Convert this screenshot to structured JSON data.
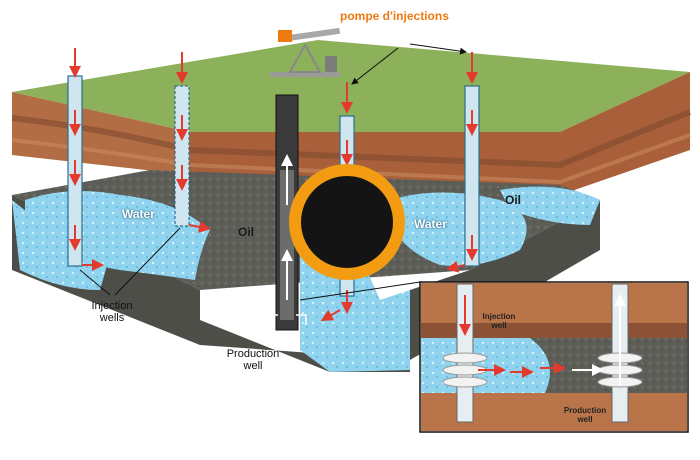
{
  "labels": {
    "pump": "pompe d'injections",
    "water_left": "Water",
    "oil_center": "Oil",
    "water_right": "Water",
    "oil_right": "Oil",
    "injection_wells_line1": "Injection",
    "injection_wells_line2": "wells",
    "production_well_line1": "Production",
    "production_well_line2": "well",
    "inset_injection_line1": "Injection",
    "inset_injection_line2": "well",
    "inset_production_line1": "Production",
    "inset_production_line2": "well"
  },
  "colors": {
    "surface": "#8db05a",
    "soil": "#b5704a",
    "soil_dark": "#7e4a2e",
    "oil_rock": "#5f5f5a",
    "water": "#8fd3ef",
    "arrow": "#e23b2e",
    "highlight_ring": "#f39c12"
  }
}
